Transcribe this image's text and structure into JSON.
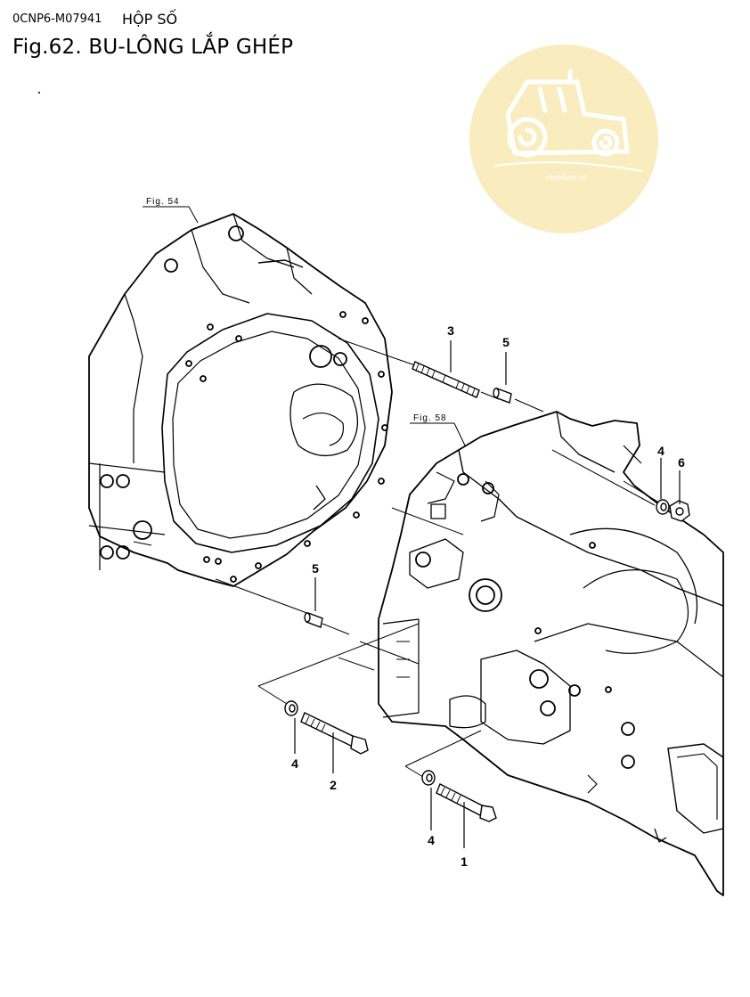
{
  "header": {
    "code": "0CNP6-M07941",
    "group": "HỘP SỐ",
    "title": "Fig.62.  BU-LÔNG LẮP GHÉP"
  },
  "watermark": {
    "text": "maykeo.vn",
    "color": "#f9edbf",
    "icon": "tractor-icon"
  },
  "figure_refs": [
    "Fig. 54",
    "Fig. 58"
  ],
  "callouts": [
    "3",
    "5",
    "4",
    "6",
    "5",
    "4",
    "2",
    "4",
    "1"
  ]
}
